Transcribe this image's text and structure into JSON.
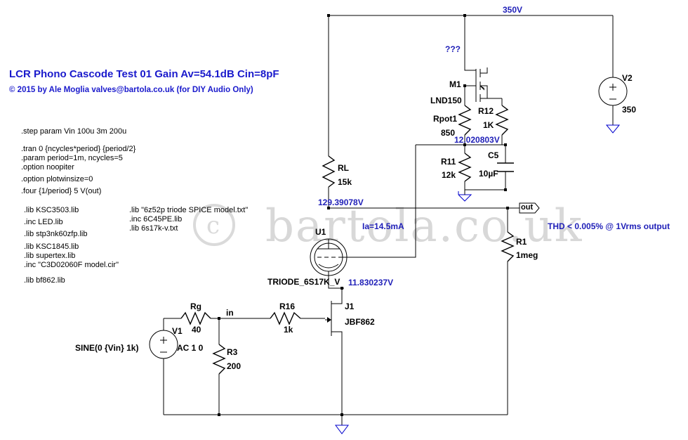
{
  "title": "LCR Phono Cascode Test 01   Gain Av=54.1dB   Cin=8pF",
  "credit": "© 2015 by Ale Moglia valves@bartola.co.uk (for DIY Audio Only)",
  "watermark": "bartola.co.uk",
  "directives_left": [
    ".step param Vin 100u 3m 200u",
    ".tran 0 {ncycles*period} {period/2}",
    ".param period=1m, ncycles=5",
    ".option noopiter",
    ".option plotwinsize=0",
    ".four {1/period} 5 V(out)",
    ".lib KSC3503.lib",
    ".inc LED.lib",
    ".lib stp3nk60zfp.lib",
    ".lib KSC1845.lib",
    ".lib supertex.lib",
    ".inc \"C3D02060F model.cir\"",
    ".lib bf862.lib"
  ],
  "directives_right": [
    ".lib \"6z52p triode SPICE model.txt\"",
    ".inc 6C45PE.lib",
    ".lib 6s17k-v.txt"
  ],
  "components": {
    "v2_name": "V2",
    "v2_value": "350",
    "m1_name": "M1",
    "m1_value": "LND150",
    "m1_note": "???",
    "rpot1_name": "Rpot1",
    "rpot1_value": "850",
    "r12_name": "R12",
    "r12_value": "1K",
    "r11_name": "R11",
    "r11_value": "12k",
    "c5_name": "C5",
    "c5_value": "10µF",
    "rl_name": "RL",
    "rl_value": "15k",
    "u1_name": "U1",
    "u1_value": "TRIODE_6S17K_V",
    "r1_name": "R1",
    "r1_value": "1meg",
    "j1_name": "J1",
    "j1_value": "JBF862",
    "r16_name": "R16",
    "r16_value": "1k",
    "rg_name": "Rg",
    "rg_value": "40",
    "r3_name": "R3",
    "r3_value": "200",
    "v1_name": "V1",
    "v1_value": "AC 1 0",
    "v1_sine": "SINE(0 {Vin} 1k)"
  },
  "nodes": {
    "supply": "350V",
    "mid": "12.020803V",
    "anode": "129.39078V",
    "cathode": "11.830237V",
    "in_label": "in",
    "out_label": "out"
  },
  "annotations": {
    "ia": "Ia=14.5mA",
    "thd": "THD < 0.005% @ 1Vrms output"
  },
  "colors": {
    "title": "#1a1acc",
    "node_voltage": "#1f1fb8",
    "wire": "#000000",
    "ground": "#0000cc"
  }
}
